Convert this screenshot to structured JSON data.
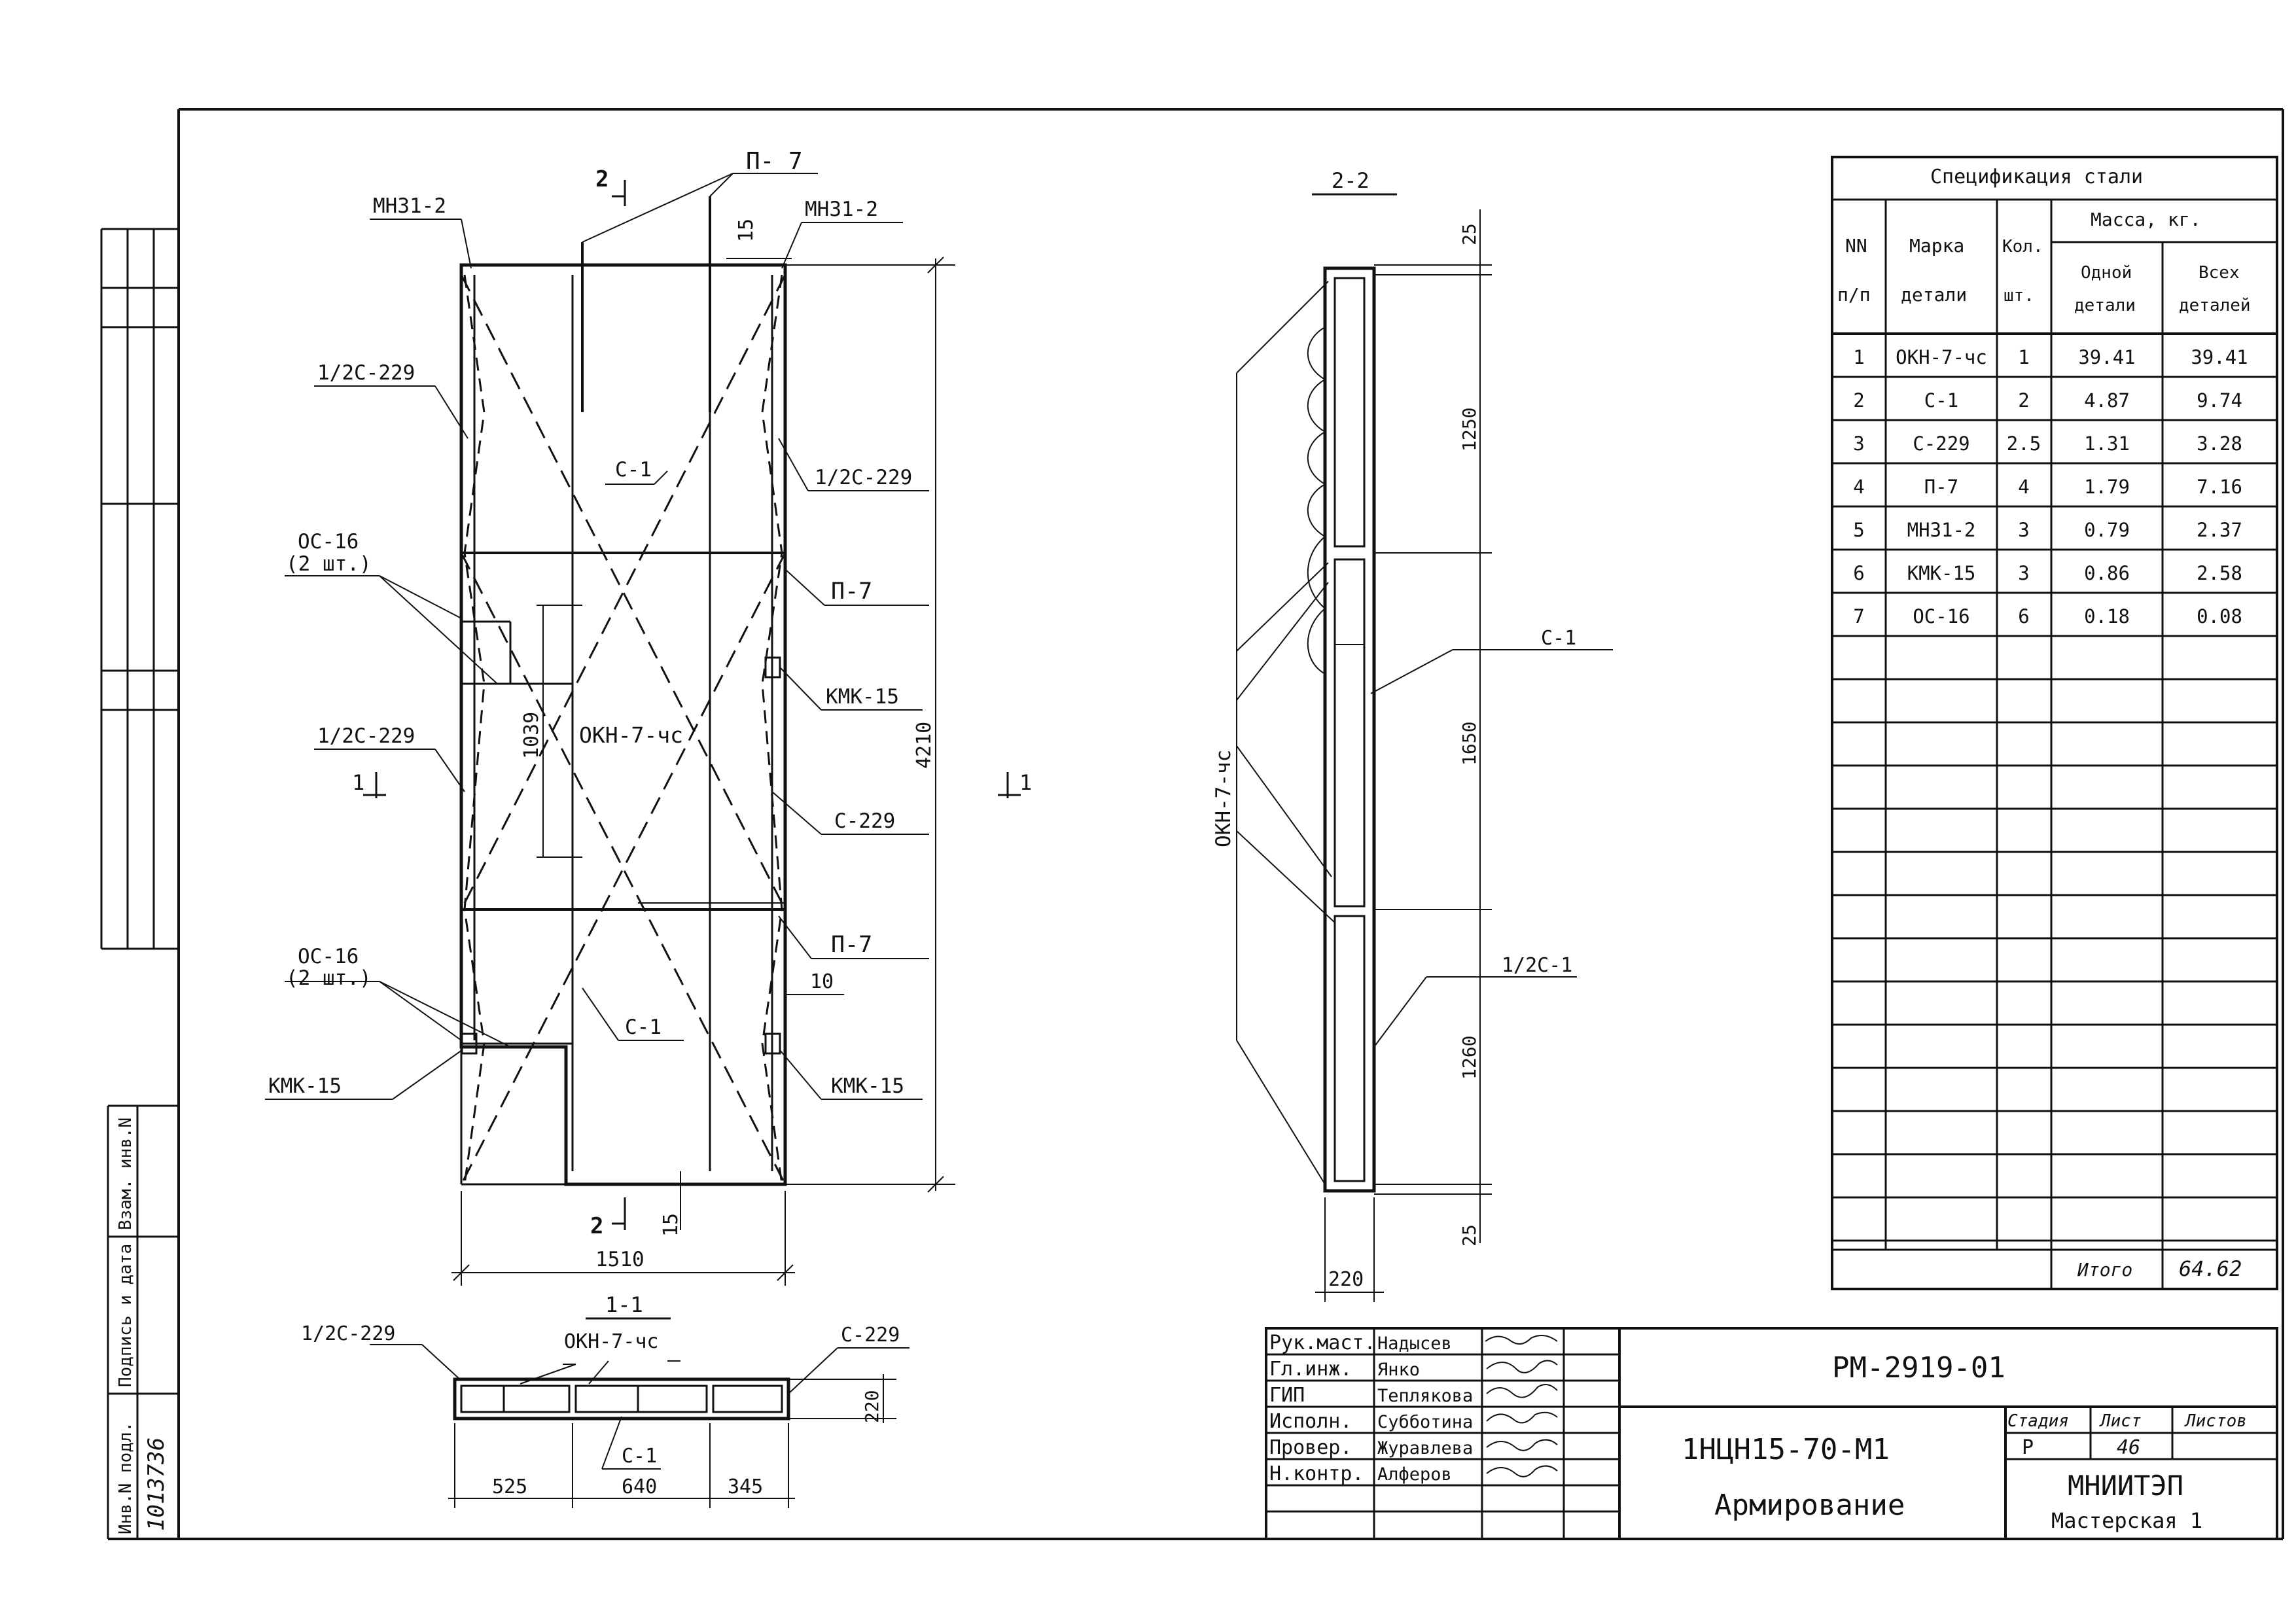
{
  "view_main": {
    "section_2_top": "2",
    "section_2_bottom": "2",
    "section_1_left": "1",
    "section_1_right": "1",
    "labels": {
      "p7_top": "П- 7",
      "mn31_left": "МН31-2",
      "mn31_right": "МН31-2",
      "half_c229_ul": "1/2С-229",
      "half_c229_ur": "1/2С-229",
      "c1_upper": "С-1",
      "oc16_upper": "ОС-16",
      "oc16_upper_qty": "(2 шт.)",
      "p7_mid": "П-7",
      "kmk15_right_upper": "КМК-15",
      "half_c229_left_mid": "1/2С-229",
      "okn_center": "ОКН-7-чс",
      "c229_right": "С-229",
      "p7_lower": "П-7",
      "oc16_lower": "ОС-16",
      "oc16_lower_qty": "(2 шт.)",
      "c1_lower": "С-1",
      "kmk15_left": "КМК-15",
      "kmk15_right_lower": "КМК-15"
    },
    "dims": {
      "d15_top": "15",
      "d15_bottom": "15",
      "d4210": "4210",
      "d1039": "1039",
      "d10": "10",
      "d1510": "1510"
    }
  },
  "view_section_22": {
    "title": "2-2",
    "okn": "ОКН-7-чс",
    "c1": "С-1",
    "half_c1": "1/2С-1",
    "dims": {
      "d25_top": "25",
      "d1250": "1250",
      "d1650": "1650",
      "d1260": "1260",
      "d25_bottom": "25",
      "d220": "220"
    }
  },
  "view_section_11": {
    "title": "1-1",
    "half_c229": "1/2С-229",
    "okn": "ОКН-7-чс",
    "c229": "С-229",
    "c1": "С-1",
    "dims": {
      "d220": "220",
      "d525": "525",
      "d640": "640",
      "d345": "345"
    }
  },
  "spec": {
    "title": "Спецификация стали",
    "headers": {
      "nn": "NN",
      "np": "п/п",
      "marka": "Марка",
      "detali": "детали",
      "kol": "Кол.",
      "sht": "шт.",
      "massa": "Масса, кг.",
      "odnoy": "Одной",
      "odnoy2": "детали",
      "vseh": "Всех",
      "vseh2": "деталей"
    },
    "rows": [
      {
        "n": "1",
        "mark": "ОКН-7-чс",
        "qty": "1",
        "one": "39.41",
        "all": "39.41"
      },
      {
        "n": "2",
        "mark": "С-1",
        "qty": "2",
        "one": "4.87",
        "all": "9.74"
      },
      {
        "n": "3",
        "mark": "С-229",
        "qty": "2.5",
        "one": "1.31",
        "all": "3.28"
      },
      {
        "n": "4",
        "mark": "П-7",
        "qty": "4",
        "one": "1.79",
        "all": "7.16"
      },
      {
        "n": "5",
        "mark": "МН31-2",
        "qty": "3",
        "one": "0.79",
        "all": "2.37"
      },
      {
        "n": "6",
        "mark": "КМК-15",
        "qty": "3",
        "one": "0.86",
        "all": "2.58"
      },
      {
        "n": "7",
        "mark": "ОС-16",
        "qty": "6",
        "one": "0.18",
        "all": "0.08"
      }
    ],
    "total_label": "Итого",
    "total_value": "64.62"
  },
  "stamp": {
    "roles": [
      "Рук.маст.",
      "Гл.инж.",
      "ГИП",
      "Исполн.",
      "Провер.",
      "Н.контр."
    ],
    "names": [
      "Надысев",
      "Янко",
      "Теплякова",
      "Субботина",
      "Журавлева",
      "Алферов"
    ],
    "code": "РМ-2919-01",
    "product": "1НЦН15-70-М1",
    "subject": "Армирование",
    "stage_h": "Стадия",
    "sheet_h": "Лист",
    "sheets_h": "Листов",
    "stage": "Р",
    "sheet": "46",
    "org": "МНИИТЭП",
    "workshop": "Мастерская 1"
  },
  "side_strip": {
    "inv_orig": "Инв.N подл.",
    "sign_date": "Подпись и дата",
    "vzam": "Взам. инв.N",
    "inv_number": "1013736"
  }
}
